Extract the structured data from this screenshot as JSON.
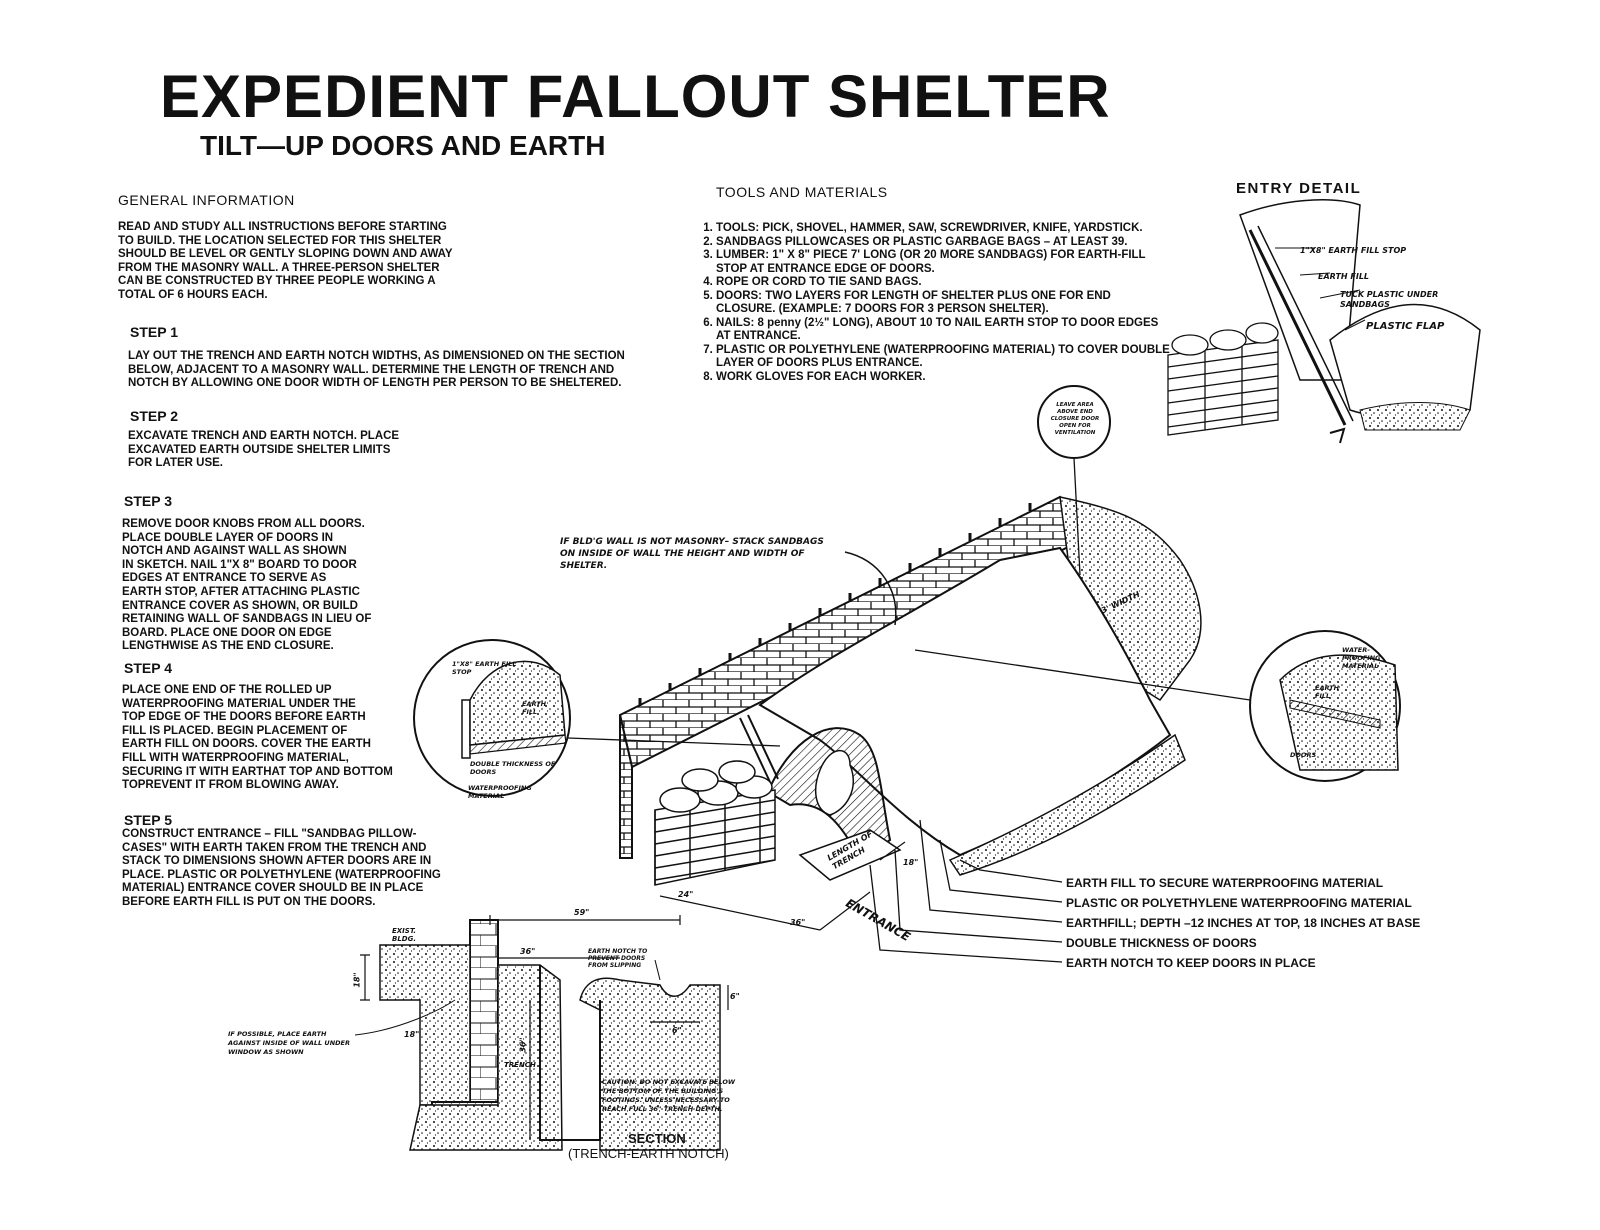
{
  "title": "EXPEDIENT FALLOUT SHELTER",
  "subtitle": "TILT—UP DOORS AND EARTH",
  "general": {
    "heading": "GENERAL INFORMATION",
    "lines": [
      "READ AND STUDY ALL INSTRUCTIONS BEFORE STARTING",
      "TO BUILD.  THE LOCATION SELECTED FOR THIS SHELTER",
      "SHOULD BE LEVEL OR GENTLY SLOPING DOWN AND AWAY",
      "FROM THE MASONRY WALL. A THREE-PERSON SHELTER",
      "CAN BE CONSTRUCTED BY THREE PEOPLE WORKING A",
      "TOTAL OF  6 HOURS EACH."
    ]
  },
  "steps": [
    {
      "heading": "STEP 1",
      "lines": [
        "LAY OUT THE TRENCH AND EARTH NOTCH WIDTHS, AS DIMENSIONED ON THE SECTION",
        "BELOW, ADJACENT TO A MASONRY WALL.  DETERMINE THE LENGTH OF TRENCH AND",
        "NOTCH BY ALLOWING ONE DOOR WIDTH OF LENGTH PER PERSON TO BE SHELTERED."
      ]
    },
    {
      "heading": "STEP 2",
      "lines": [
        "EXCAVATE TRENCH AND EARTH NOTCH.  PLACE",
        "EXCAVATED EARTH OUTSIDE SHELTER LIMITS",
        "FOR LATER USE."
      ]
    },
    {
      "heading": "STEP 3",
      "lines": [
        "REMOVE DOOR KNOBS FROM ALL DOORS.",
        "PLACE DOUBLE LAYER OF DOORS IN",
        "NOTCH AND AGAINST WALL AS SHOWN",
        "IN SKETCH. NAIL 1\"x 8\" BOARD TO DOOR",
        "EDGES AT ENTRANCE  TO SERVE AS",
        "EARTH STOP, AFTER ATTACHING PLASTIC",
        "ENTRANCE  COVER AS SHOWN, OR BUILD",
        "RETAINING WALL OF SANDBAGS IN LIEU OF",
        "BOARD. PLACE ONE DOOR ON EDGE",
        "LENGTHWISE AS THE END CLOSURE."
      ]
    },
    {
      "heading": "STEP 4",
      "lines": [
        "PLACE ONE END OF THE ROLLED UP",
        "WATERPROOFING MATERIAL UNDER THE",
        "TOP EDGE OF THE  DOORS BEFORE EARTH",
        "FILL IS PLACED.    BEGIN PLACEMENT OF",
        "EARTH FILL ON DOORS. COVER THE EARTH",
        "FILL WITH WATERPROOFING MATERIAL,",
        "SECURING IT WITH EARTHAT TOP AND BOTTOM",
        "TOPREVENT IT FROM BLOWING AWAY."
      ]
    },
    {
      "heading": "STEP 5",
      "lines": [
        "CONSTRUCT ENTRANCE – FILL \"SANDBAG PILLOW-",
        "CASES\" WITH EARTH TAKEN FROM THE TRENCH AND",
        "STACK TO DIMENSIONS SHOWN AFTER DOORS ARE IN",
        "PLACE.  PLASTIC OR POLYETHYLENE (WATERPROOFING",
        "MATERIAL) ENTRANCE COVER SHOULD BE IN PLACE",
        "BEFORE EARTH FILL IS PUT ON THE DOORS."
      ]
    }
  ],
  "tools": {
    "heading": "TOOLS AND MATERIALS",
    "items": [
      "TOOLS:  PICK, SHOVEL, HAMMER, SAW, SCREWDRIVER, KNIFE, YARDSTICK.",
      "SANDBAGS PILLOWCASES OR PLASTIC GARBAGE BAGS – AT LEAST 39.",
      "LUMBER:  1\" X 8\" PIECE   7' LONG (OR 20 MORE SANDBAGS) FOR EARTH-FILL  STOP  AT ENTRANCE EDGE OF DOORS.",
      "ROPE OR CORD TO TIE SAND BAGS.",
      "DOORS:  TWO LAYERS FOR LENGTH OF SHELTER PLUS ONE FOR END CLOSURE. (EXAMPLE: 7 DOORS FOR 3 PERSON SHELTER).",
      "NAILS: 8 penny (2½\" LONG), ABOUT 10  TO NAIL EARTH STOP TO DOOR EDGES AT ENTRANCE.",
      "PLASTIC OR POLYETHYLENE (WATERPROOFING MATERIAL) TO COVER DOUBLE LAYER OF DOORS PLUS ENTRANCE.",
      "WORK GLOVES FOR EACH WORKER."
    ]
  },
  "entry_detail": {
    "heading": "ENTRY  DETAIL",
    "labels": [
      "1\"x8\" EARTH FILL STOP",
      "EARTH FILL",
      "TUCK  PLASTIC UNDER SANDBAGS",
      "PLASTIC FLAP"
    ]
  },
  "callouts": {
    "ventilation": "LEAVE AREA ABOVE END CLOSURE DOOR OPEN FOR VENTILATION",
    "masonry": "IF BLD'G WALL IS NOT MASONRY– STACK SANDBAGS ON INSIDE OF WALL THE HEIGHT AND WIDTH OF SHELTER.",
    "width": "3' WIDTH",
    "earth_stop_detail": "1\"x8\" EARTH FILL STOP",
    "earth_fill": "EARTH FILL",
    "double_doors": "DOUBLE THICKNESS OF DOORS",
    "waterproofing": "WATERPROOFING MATERIAL",
    "right_waterproofing": "WATER-PROOFING MATERIAL",
    "right_earth_fill": "EARTH FILL",
    "right_doors": "DOORS",
    "length": "LENGTH OF TRENCH",
    "entrance": "ENTRANCE",
    "dim_24": "24\"",
    "dim_36": "36\"",
    "dim_18": "18\""
  },
  "legend": [
    "EARTH FILL TO SECURE WATERPROOFING MATERIAL",
    "PLASTIC OR POLYETHYLENE WATERPROOFING MATERIAL",
    "EARTHFILL; DEPTH –12 INCHES AT TOP, 18 INCHES AT BASE",
    "DOUBLE THICKNESS OF DOORS",
    "EARTH NOTCH TO KEEP DOORS IN PLACE"
  ],
  "section": {
    "title_line1": "SECTION",
    "title_line2": "(TRENCH-EARTH NOTCH)",
    "exist_bldg": "EXIST. BLDG.",
    "dim_59": "59\"",
    "dim_36_top": "36\"",
    "dim_36_side": "36\"",
    "dim_18_side": "18\"",
    "dim_18_bottom": "18\"",
    "dim_6_right": "6\"",
    "dim_6_bottom": "6\"",
    "trench": "TRENCH",
    "notch_note": "EARTH NOTCH TO PREVENT DOORS FROM SLIPPING",
    "place_earth": "IF POSSIBLE, PLACE EARTH AGAINST INSIDE OF WALL UNDER WINDOW AS SHOWN",
    "caution": "CAUTION: DO NOT EXCAVATE BELOW THE BOTTOM OF THE BUILDING'S FOOTINGS. UNLESS NECESSARY TO REACH FULL 36\" TRENCH DEPTH."
  }
}
